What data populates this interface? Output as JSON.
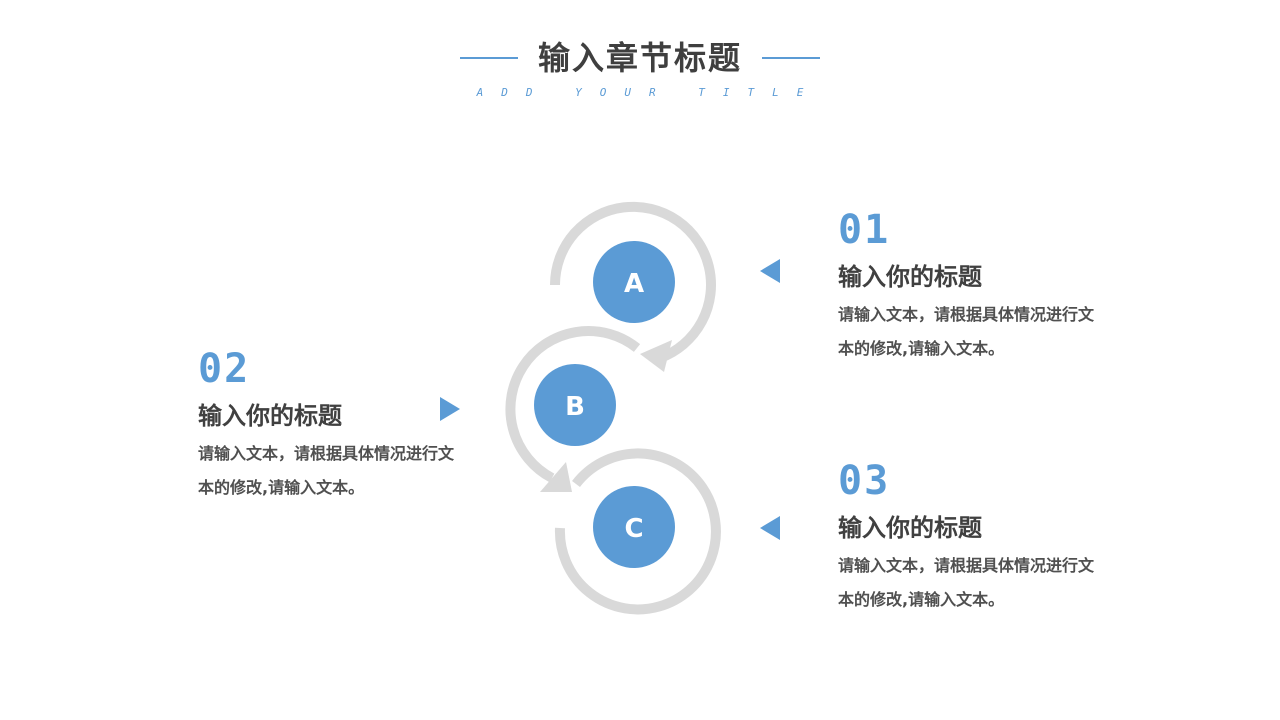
{
  "header": {
    "title": "输入章节标题",
    "subtitle": "ADD YOUR TITLE"
  },
  "colors": {
    "accent": "#5b9bd5",
    "ring": "#d9d9d9",
    "text": "#404040"
  },
  "nodes": [
    {
      "letter": "A"
    },
    {
      "letter": "B"
    },
    {
      "letter": "C"
    }
  ],
  "items": [
    {
      "number": "01",
      "title": "输入你的标题",
      "text": "请输入文本，请根据具体情况进行文本的修改,请输入文本。"
    },
    {
      "number": "02",
      "title": "输入你的标题",
      "text": "请输入文本，请根据具体情况进行文本的修改,请输入文本。"
    },
    {
      "number": "03",
      "title": "输入你的标题",
      "text": "请输入文本，请根据具体情况进行文本的修改,请输入文本。"
    }
  ]
}
